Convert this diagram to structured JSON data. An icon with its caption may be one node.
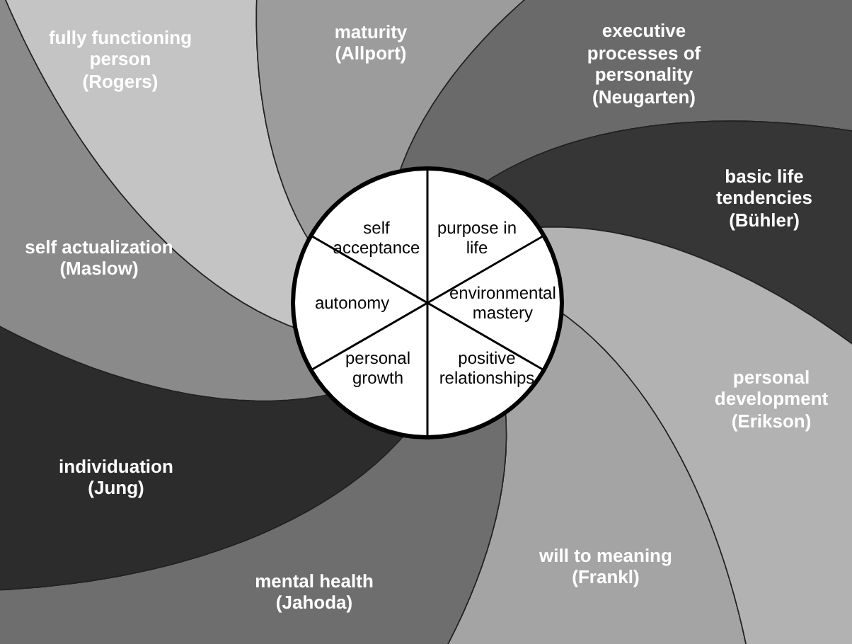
{
  "diagram": {
    "nodes": [
      {
        "text": [
          "fully functioning person",
          "(Rogers)"
        ]
      },
      {
        "text": [
          "maturity",
          "(Allport)"
        ]
      },
      {
        "text": [
          "executive processes of personality",
          "(Neugarten)"
        ]
      },
      {
        "text": [
          "basic life tendencies",
          "(Bühler)"
        ]
      },
      {
        "text": [
          "self actualization",
          "(Maslow)"
        ]
      },
      {
        "text": [
          "personal development",
          "(Erikson)"
        ]
      },
      {
        "text": [
          "individuation",
          "(Jung)"
        ]
      },
      {
        "text": [
          "will to meaning",
          "(Frankl)"
        ]
      },
      {
        "text": [
          "mental health",
          "(Jahoda)"
        ]
      },
      {
        "text": [
          "self acceptance"
        ]
      },
      {
        "text": [
          "purpose in life"
        ]
      },
      {
        "text": [
          "autonomy"
        ]
      },
      {
        "text": [
          "environmental mastery"
        ]
      },
      {
        "text": [
          "personal growth"
        ]
      },
      {
        "text": [
          "positive relationships"
        ]
      }
    ]
  }
}
